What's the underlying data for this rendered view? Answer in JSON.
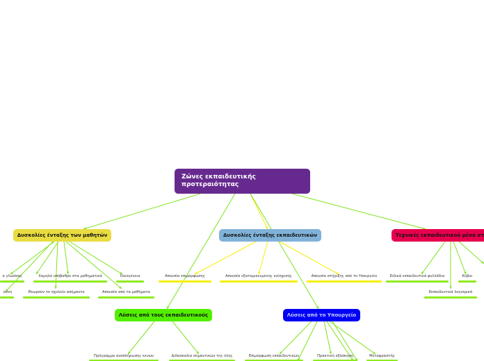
{
  "colors": {
    "root": "#662a8f",
    "green_line": "#7de31c",
    "yellow_line": "#f5ee00",
    "students": "#e8dc42",
    "teachers": "#80b2d8",
    "techniques": "#e6004d",
    "school_solutions": "#53ef00",
    "ministry_solutions": "#0000f5",
    "leaf_underline_green": "#8fea1f",
    "leaf_underline_yellow": "#f7f000"
  },
  "root": {
    "title": "Ζώνες εκπαιδευτικής προτεραιότητας"
  },
  "students": {
    "title": "Δυσκολίες ένταξης των μαθητών",
    "leaves": [
      "α γλώσσας",
      "Χαμηλό υπόβαθρο στα μαθηματικά",
      "Οικογένεια",
      "ούνη",
      "Θεωρούν το σχολείο ασήμαντο",
      "Απουσία από τα μαθήματα"
    ]
  },
  "teachers": {
    "title": "Δυσκολίες ένταξης εκπαιδευτικών",
    "leaves": [
      "Απουσία επιμόρφωσης",
      "Απουσία εξατομικευμένης  ενίσχυσης",
      "Απουσία στήριξης από το Υπουργείο"
    ]
  },
  "techniques": {
    "title": "Τεχνικές εκπαιδευτικού μέσα στ",
    "leaves": [
      "Ειδικά εκπαιδευτικά φυλλάδια",
      "Κύβοι",
      "Εκπαιδευτικά λογισμικά"
    ]
  },
  "school_solutions": {
    "title": "Λύσεις από τους εκπαιδευτικούς",
    "leaves": [
      "Πρόγραμμα αναπλήρωσης κενών",
      "Διδασκαλία σημαντικών της ύλης"
    ]
  },
  "ministry_solutions": {
    "title": "Λύσεις από το Υπουργείο",
    "leaves": [
      "Επιμόρφωση εκπαιδευτικών",
      "Πρακτική εξάσκηση",
      "Μεταφραστής"
    ]
  }
}
